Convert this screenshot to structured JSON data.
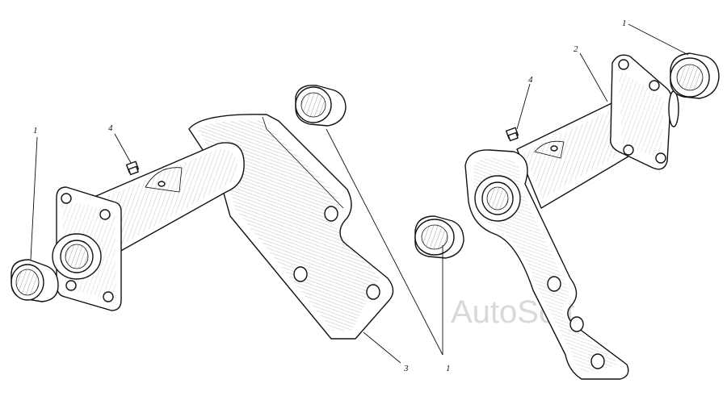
{
  "callouts": {
    "c1_left": "1",
    "c4_left": "4",
    "c1_right_top": "1",
    "c2": "2",
    "c4_right": "4",
    "c3": "3",
    "c1_bottom": "1"
  },
  "watermark": "AutoSoft"
}
